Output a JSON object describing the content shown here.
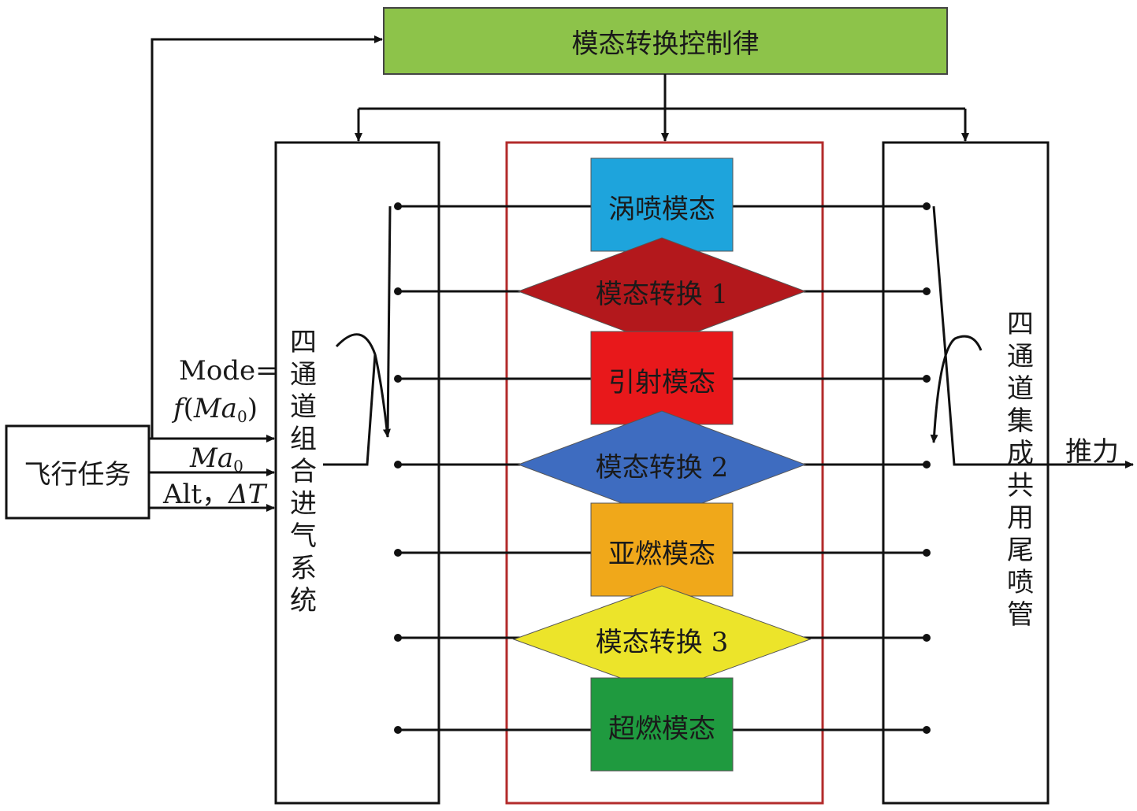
{
  "control_law": "模态转换控制律",
  "flight_task": "飞行任务",
  "inlet_system": "四通道组合进气系统",
  "nozzle_system": "四通道集成共用尾喷管",
  "thrust": "推力",
  "inputs": {
    "mode_prefix": "Mode=",
    "mode_func": "f",
    "mode_paren_open": "(",
    "mode_var": "Ma",
    "mode_sub": "0",
    "mode_paren_close": ")",
    "mach_var": "Ma",
    "mach_sub": "0",
    "alt_text": "Alt，",
    "delta_t": "ΔT"
  },
  "modes": [
    {
      "label": "涡喷模态",
      "shape": "rect",
      "color": "#1ea4dc"
    },
    {
      "label": "模态转换 1",
      "shape": "diamond",
      "color": "#b3181c"
    },
    {
      "label": "引射模态",
      "shape": "rect",
      "color": "#e8181b"
    },
    {
      "label": "模态转换 2",
      "shape": "diamond",
      "color": "#3e6cc0"
    },
    {
      "label": "亚燃模态",
      "shape": "rect",
      "color": "#f0a81a"
    },
    {
      "label": "模态转换 3",
      "shape": "diamond",
      "color": "#ece42a"
    },
    {
      "label": "超燃模态",
      "shape": "rect",
      "color": "#1f9a3f"
    }
  ],
  "colors": {
    "control_box": "#8dc34a",
    "mode_frame": "#b32b2b",
    "line": "#111111"
  }
}
